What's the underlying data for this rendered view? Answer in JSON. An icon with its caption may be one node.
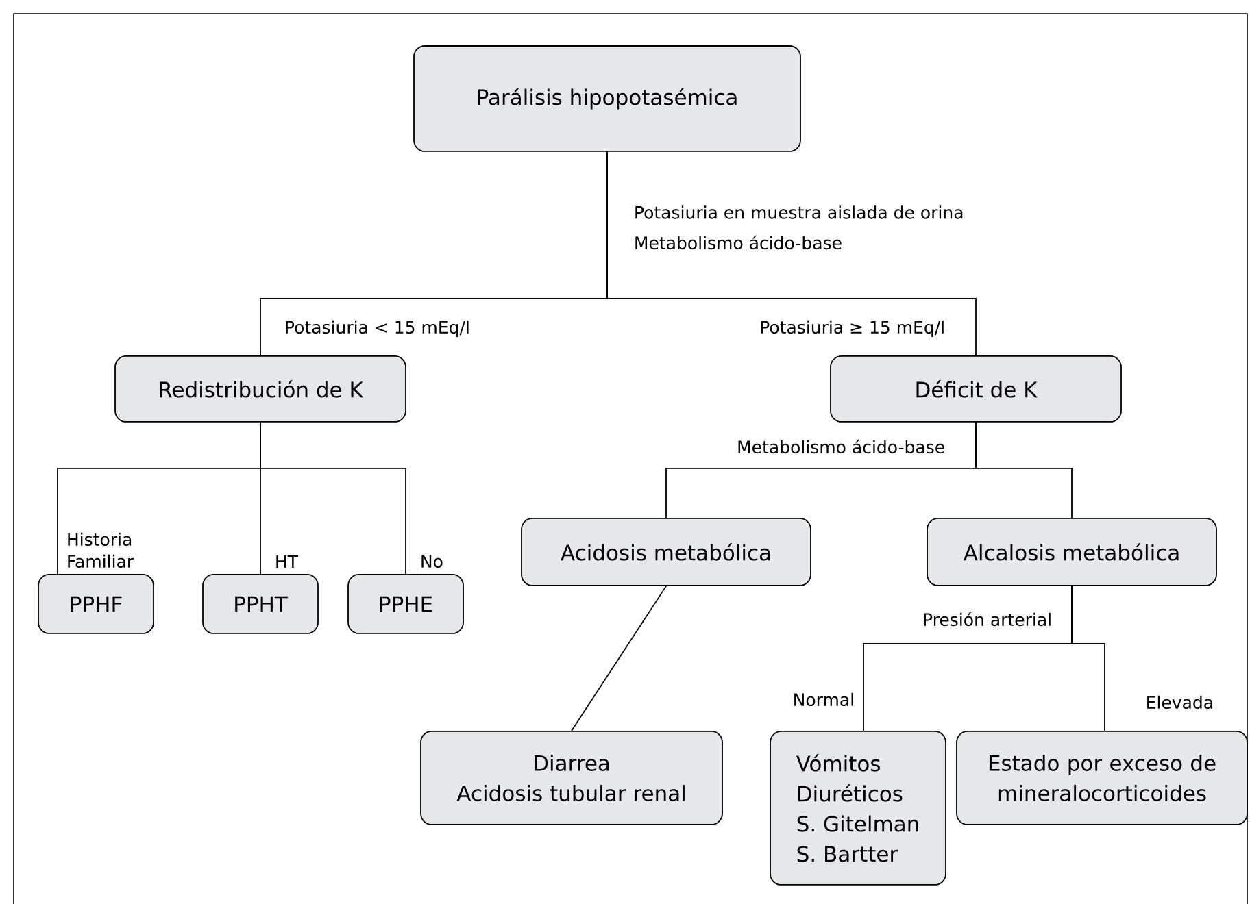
{
  "diagram": {
    "nodes": [
      {
        "text": [
          "Parálisis hipopotasémica"
        ]
      },
      {
        "text": [
          "Redistribución de K"
        ]
      },
      {
        "text": [
          "Déficit de K"
        ]
      },
      {
        "text": [
          "PPHF"
        ]
      },
      {
        "text": [
          "PPHT"
        ]
      },
      {
        "text": [
          "PPHE"
        ]
      },
      {
        "text": [
          "Acidosis metabólica"
        ]
      },
      {
        "text": [
          "Alcalosis metabólica"
        ]
      },
      {
        "text": [
          "Diarrea",
          "Acidosis tubular renal"
        ]
      },
      {
        "text": [
          "Vómitos",
          "Diuréticos",
          "S. Gitelman",
          "S. Bartter"
        ]
      },
      {
        "text": [
          "Estado por exceso de mineralocorticoides"
        ]
      }
    ],
    "edges": [
      {
        "from": 0,
        "to": 1,
        "arrow": "none",
        "label": "Potasiuria < 15 mEq/l"
      },
      {
        "from": 0,
        "to": 2,
        "arrow": "none",
        "label": "Potasiuria ≥ 15 mEq/l"
      },
      {
        "from": 1,
        "to": 3,
        "arrow": "none",
        "label": "Historia Familiar"
      },
      {
        "from": 1,
        "to": 4,
        "arrow": "none",
        "label": "HT"
      },
      {
        "from": 1,
        "to": 5,
        "arrow": "none",
        "label": "No"
      },
      {
        "from": 2,
        "to": 6,
        "arrow": "none"
      },
      {
        "from": 2,
        "to": 7,
        "arrow": "none"
      },
      {
        "from": 6,
        "to": 8,
        "arrow": "none"
      },
      {
        "from": 7,
        "to": 9,
        "arrow": "none",
        "label": "Normal"
      },
      {
        "from": 7,
        "to": 10,
        "arrow": "none",
        "label": "Elevada"
      }
    ],
    "labels": [
      "Potasiuria en muestra aislada de orina",
      "Metabolismo ácido-base",
      "Metabolismo ácido-base",
      "Presión arterial"
    ]
  }
}
